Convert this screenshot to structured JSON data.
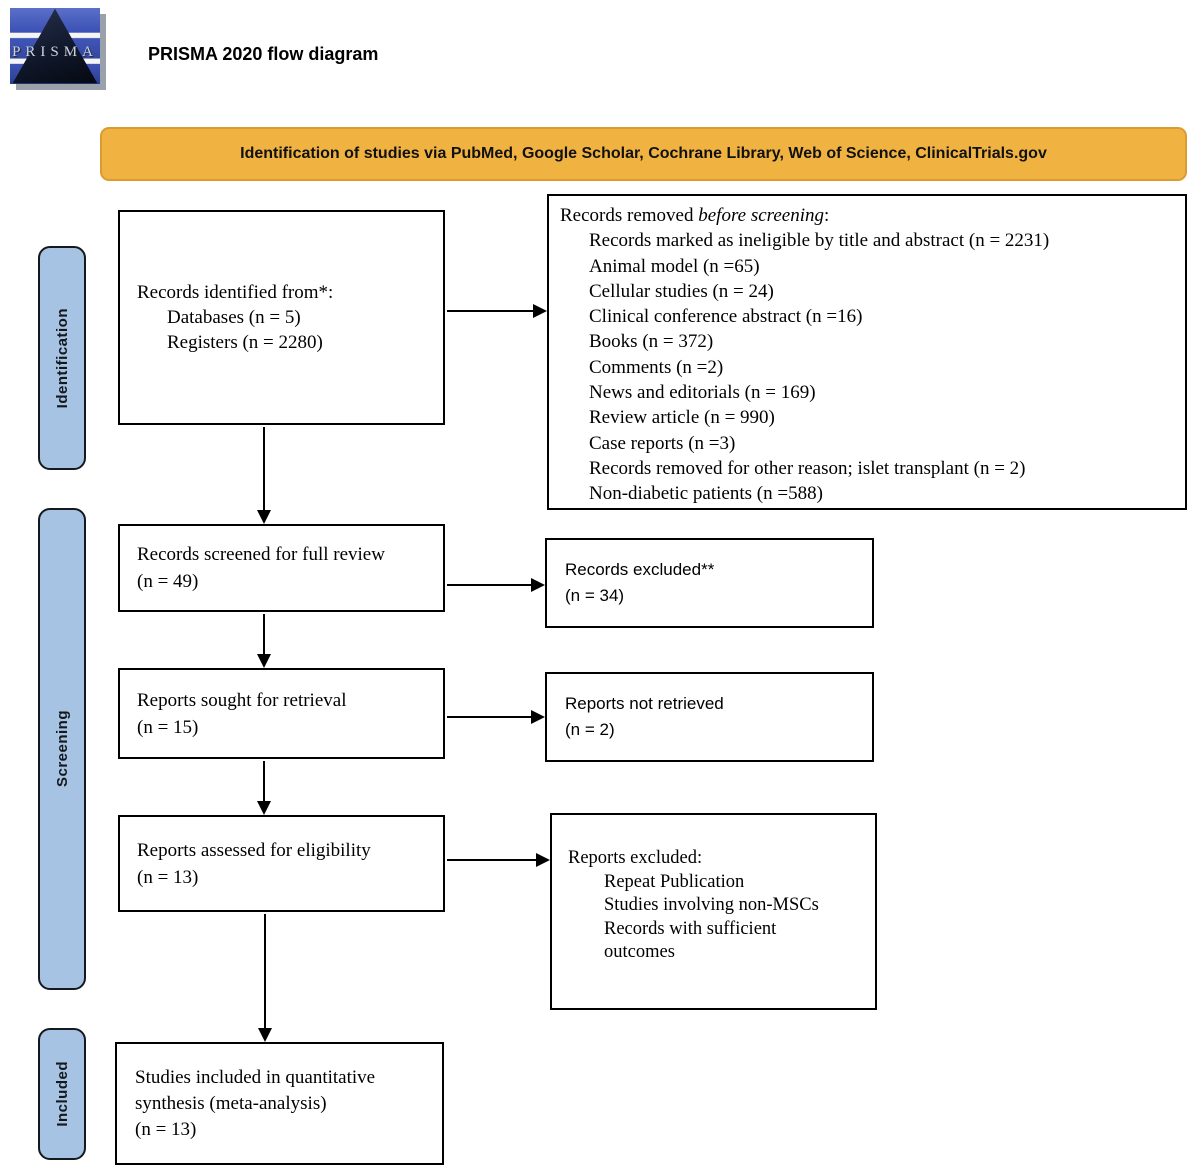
{
  "header": {
    "logo_text": "PRISMA",
    "title": "PRISMA 2020 flow diagram"
  },
  "banner": {
    "text": "Identification of studies via PubMed, Google Scholar, Cochrane Library, Web of Science, ClinicalTrials.gov"
  },
  "colors": {
    "banner_fill": "#F0B341",
    "banner_border": "#DA9C31",
    "stage_fill": "#A6C3E4"
  },
  "stages": {
    "identification": "Identification",
    "screening": "Screening",
    "included": "Included"
  },
  "boxes": {
    "identified": {
      "title": "Records identified from*:",
      "items": [
        "Databases (n = 5)",
        "Registers (n = 2280)"
      ]
    },
    "removed": {
      "title_prefix": "Records removed ",
      "title_italic": "before screening",
      "title_suffix": ":",
      "items": [
        "Records marked as ineligible by title and abstract (n = 2231)",
        "Animal model (n =65)",
        "Cellular studies (n = 24)",
        "Clinical conference abstract (n =16)",
        "Books (n = 372)",
        "Comments (n =2)",
        "News and editorials (n = 169)",
        "Review article (n = 990)",
        "Case reports (n =3)",
        "Records removed for other reason; islet transplant (n = 2)",
        "Non-diabetic patients (n =588)"
      ]
    },
    "screened": {
      "lines": [
        "Records screened for full review",
        "(n = 49)"
      ]
    },
    "records_excluded": {
      "lines": [
        "Records excluded**",
        "(n = 34)"
      ]
    },
    "sought": {
      "lines": [
        "Reports sought for retrieval",
        "(n = 15)"
      ]
    },
    "not_retrieved": {
      "lines": [
        "Reports not retrieved",
        "(n = 2)"
      ]
    },
    "assessed": {
      "lines": [
        "Reports assessed for eligibility",
        "(n = 13)"
      ]
    },
    "reports_excluded": {
      "title": "Reports excluded:",
      "items": [
        "Repeat Publication",
        "Studies involving non-MSCs",
        "Records with sufficient",
        "outcomes"
      ]
    },
    "included_synthesis": {
      "lines": [
        "Studies included in quantitative",
        "synthesis (meta-analysis)",
        "(n = 13)"
      ]
    }
  }
}
